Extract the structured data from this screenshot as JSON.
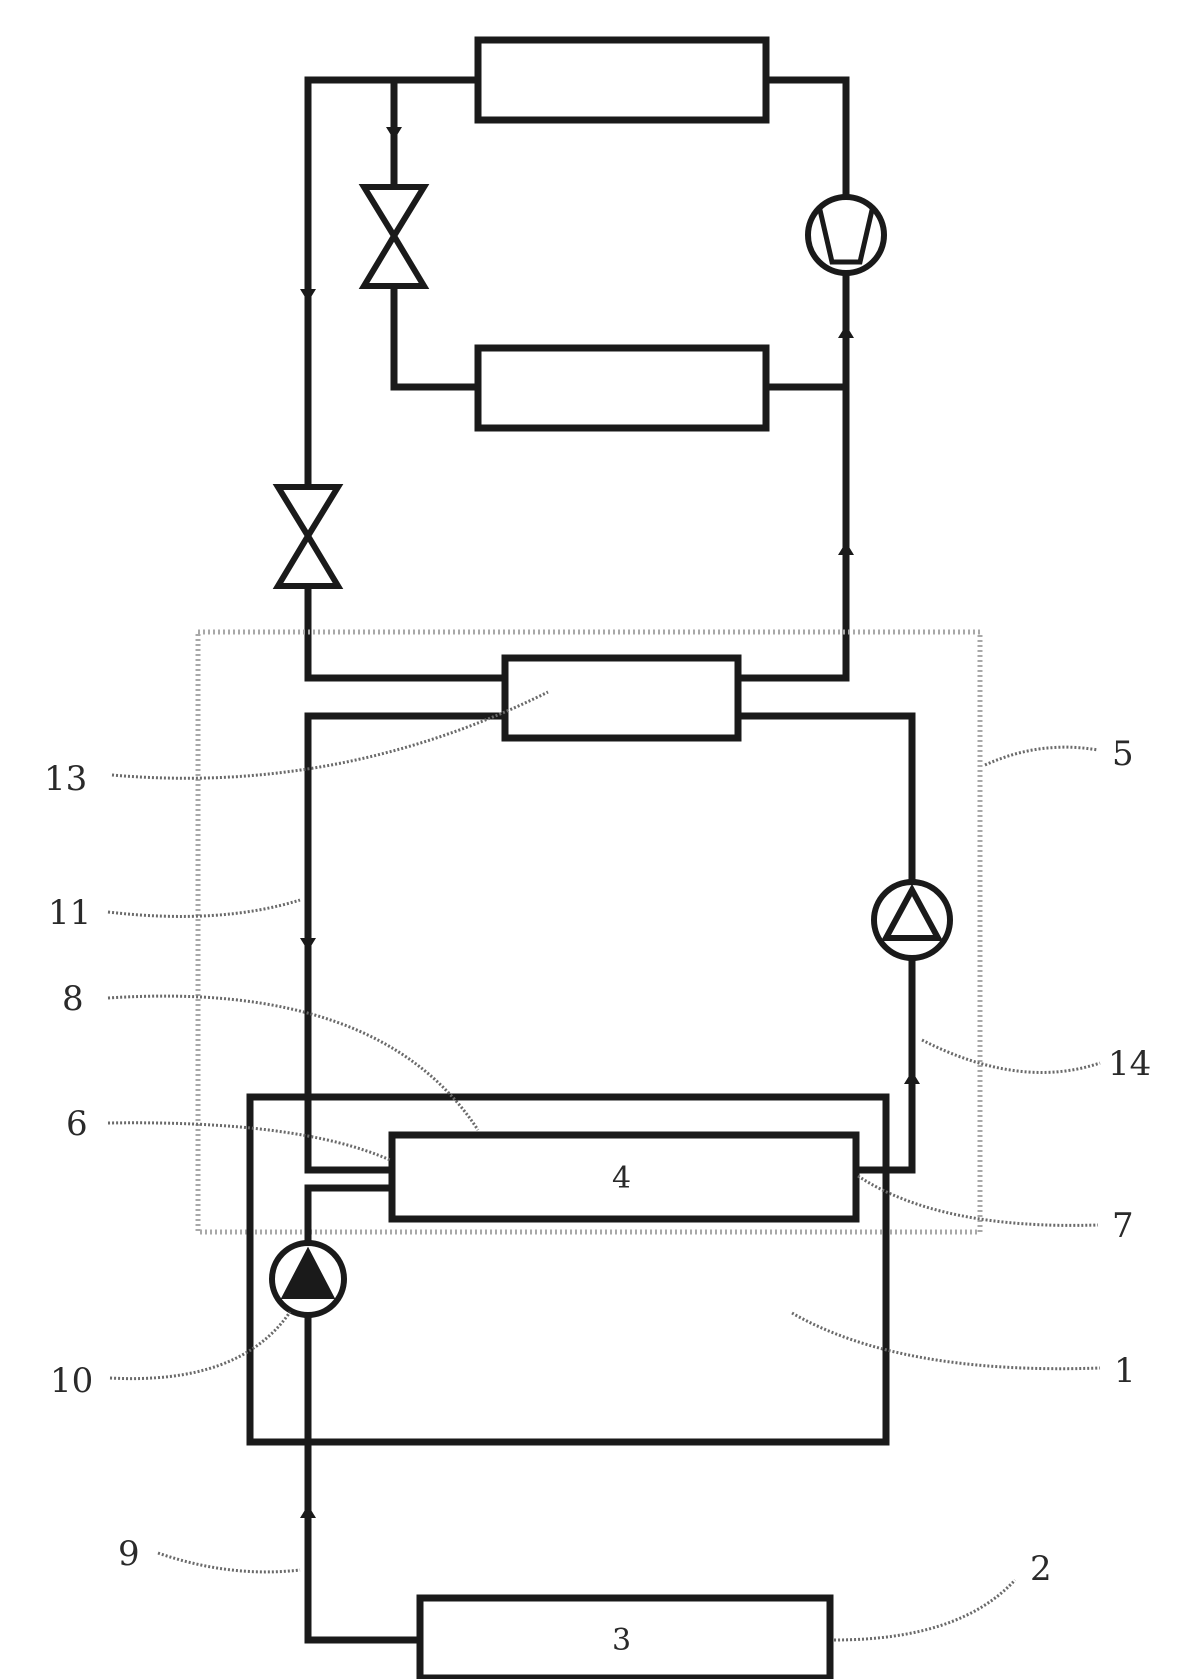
{
  "labels": {
    "l1": "1",
    "l2": "2",
    "l3": "3",
    "l4": "4",
    "l5": "5",
    "l6": "6",
    "l7": "7",
    "l8": "8",
    "l9": "9",
    "l10": "10",
    "l11": "11",
    "l13": "13",
    "l14": "14"
  },
  "colors": {
    "line": "#1a1a1a",
    "dotted_boundary": "#a8a8a8",
    "leader": "#6a6a6a"
  },
  "components": {
    "condenser": "heat-exchanger",
    "evaporator": "heat-exchanger",
    "compressor": "compressor-symbol",
    "expansion_valve_upper": "valve-symbol",
    "expansion_valve_lower": "valve-symbol",
    "pump_14": "pump-symbol-hollow",
    "pump_10": "pump-symbol-solid"
  }
}
